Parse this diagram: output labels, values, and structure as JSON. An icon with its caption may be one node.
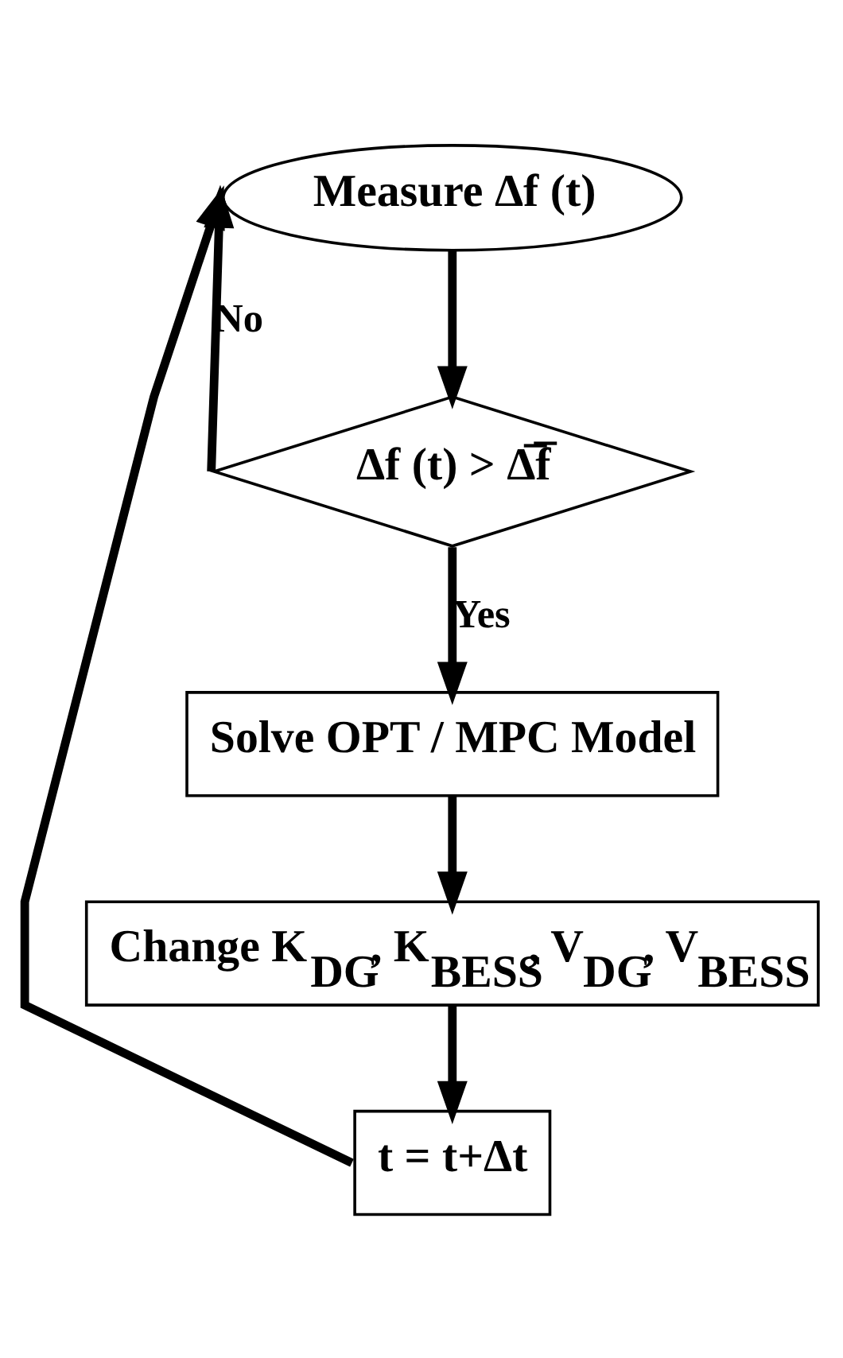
{
  "diagram": {
    "nodes": [
      {
        "text": [
          "Measure Δf (t)"
        ]
      },
      {
        "text": [
          "Δf (t) > Δ̅f̅"
        ]
      },
      {
        "text": [
          "Solve OPT / MPC Model"
        ]
      },
      {
        "text": [
          "Change K$_{DG}$, K$_{BESS}$, V$_{DG}$, V$_{BESS}$"
        ]
      },
      {
        "text": [
          "t = t+Δt"
        ]
      }
    ],
    "edges": [
      {
        "from": 0,
        "to": 1,
        "arrow": "to"
      },
      {
        "from": 1,
        "to": 0,
        "arrow": "to",
        "label": "No"
      },
      {
        "from": 1,
        "to": 2,
        "arrow": "to",
        "label": "Yes"
      },
      {
        "from": 2,
        "to": 3,
        "arrow": "to"
      },
      {
        "from": 3,
        "to": 4,
        "arrow": "to"
      },
      {
        "from": 4,
        "to": 0,
        "arrow": "to"
      }
    ]
  }
}
